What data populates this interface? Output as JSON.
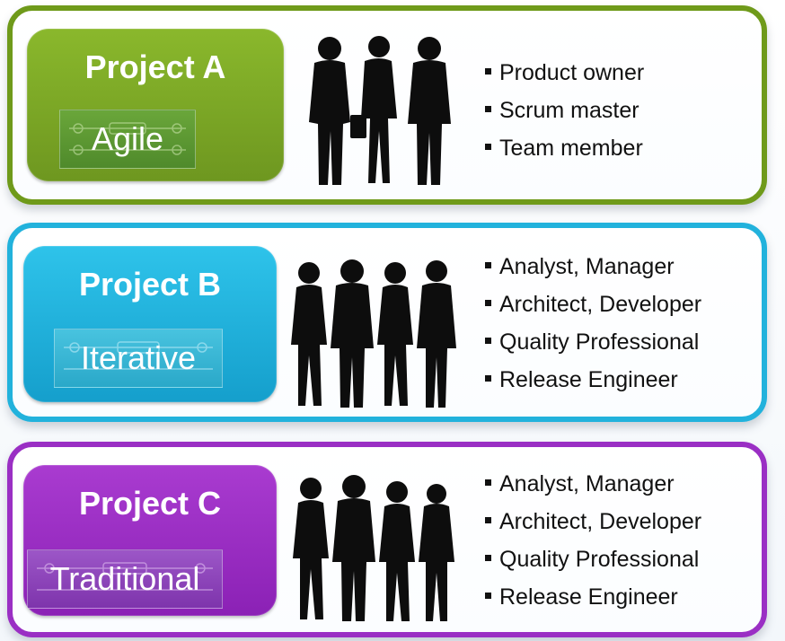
{
  "projects": [
    {
      "title": "Project A",
      "method": "Agile",
      "color": "#6f9a1a",
      "roles": [
        "Product owner",
        "Scrum master",
        "Team member"
      ]
    },
    {
      "title": "Project B",
      "method": "Iterative",
      "color": "#22b2dc",
      "roles": [
        "Analyst, Manager",
        "Architect, Developer",
        "Quality Professional",
        "Release Engineer"
      ]
    },
    {
      "title": "Project C",
      "method": "Traditional",
      "color": "#9a2fc4",
      "roles": [
        "Analyst, Manager",
        "Architect, Developer",
        "Quality Professional",
        "Release Engineer"
      ]
    }
  ],
  "icons": {
    "people": "people-silhouette-icon",
    "bullet": "square-bullet-icon"
  }
}
